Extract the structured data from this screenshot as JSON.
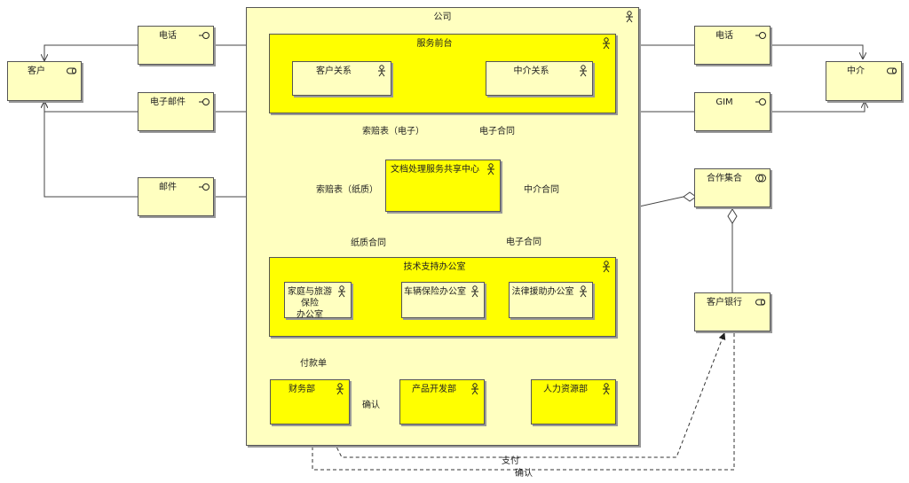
{
  "colors": {
    "light": "#ffffc0",
    "bright": "#ffff00",
    "line": "#444444"
  },
  "nodes": {
    "customer": {
      "label": "客户",
      "icon": "business-role-icon"
    },
    "phone_left": {
      "label": "电话",
      "icon": "interface-icon"
    },
    "email": {
      "label": "电子邮件",
      "icon": "interface-icon"
    },
    "mail": {
      "label": "邮件",
      "icon": "interface-icon"
    },
    "company": {
      "label": "公司",
      "icon": "actor-icon"
    },
    "front_desk": {
      "label": "服务前台",
      "icon": "actor-icon"
    },
    "customer_relation": {
      "label": "客户关系",
      "icon": "actor-icon"
    },
    "agent_relation": {
      "label": "中介关系",
      "icon": "actor-icon"
    },
    "doc_center": {
      "label": "文档处理服务共享中心",
      "icon": "actor-icon"
    },
    "tech_support": {
      "label": "技术支持办公室",
      "icon": "actor-icon"
    },
    "home_travel": {
      "label": "家庭与旅游保险\n办公室",
      "icon": "actor-icon"
    },
    "vehicle": {
      "label": "车辆保险办公室",
      "icon": "actor-icon"
    },
    "legal": {
      "label": "法律援助办公室",
      "icon": "actor-icon"
    },
    "finance": {
      "label": "财务部",
      "icon": "actor-icon"
    },
    "product_dev": {
      "label": "产品开发部",
      "icon": "actor-icon"
    },
    "hr": {
      "label": "人力资源部",
      "icon": "actor-icon"
    },
    "phone_right": {
      "label": "电话",
      "icon": "interface-icon"
    },
    "gim": {
      "label": "GIM",
      "icon": "interface-icon"
    },
    "agent": {
      "label": "中介",
      "icon": "business-role-icon"
    },
    "collaboration": {
      "label": "合作集合",
      "icon": "collaboration-icon"
    },
    "customer_bank": {
      "label": "客户银行",
      "icon": "business-role-icon"
    }
  },
  "edges": {
    "claim_electronic": "索赔表（电子）",
    "e_contract_1": "电子合同",
    "claim_paper": "索赔表（纸质）",
    "agent_contract": "中介合同",
    "paper_contract": "纸质合同",
    "e_contract_2": "电子合同",
    "payment_order": "付款单",
    "confirm_1": "确认",
    "payment": "支付",
    "confirm_2": "确认"
  }
}
